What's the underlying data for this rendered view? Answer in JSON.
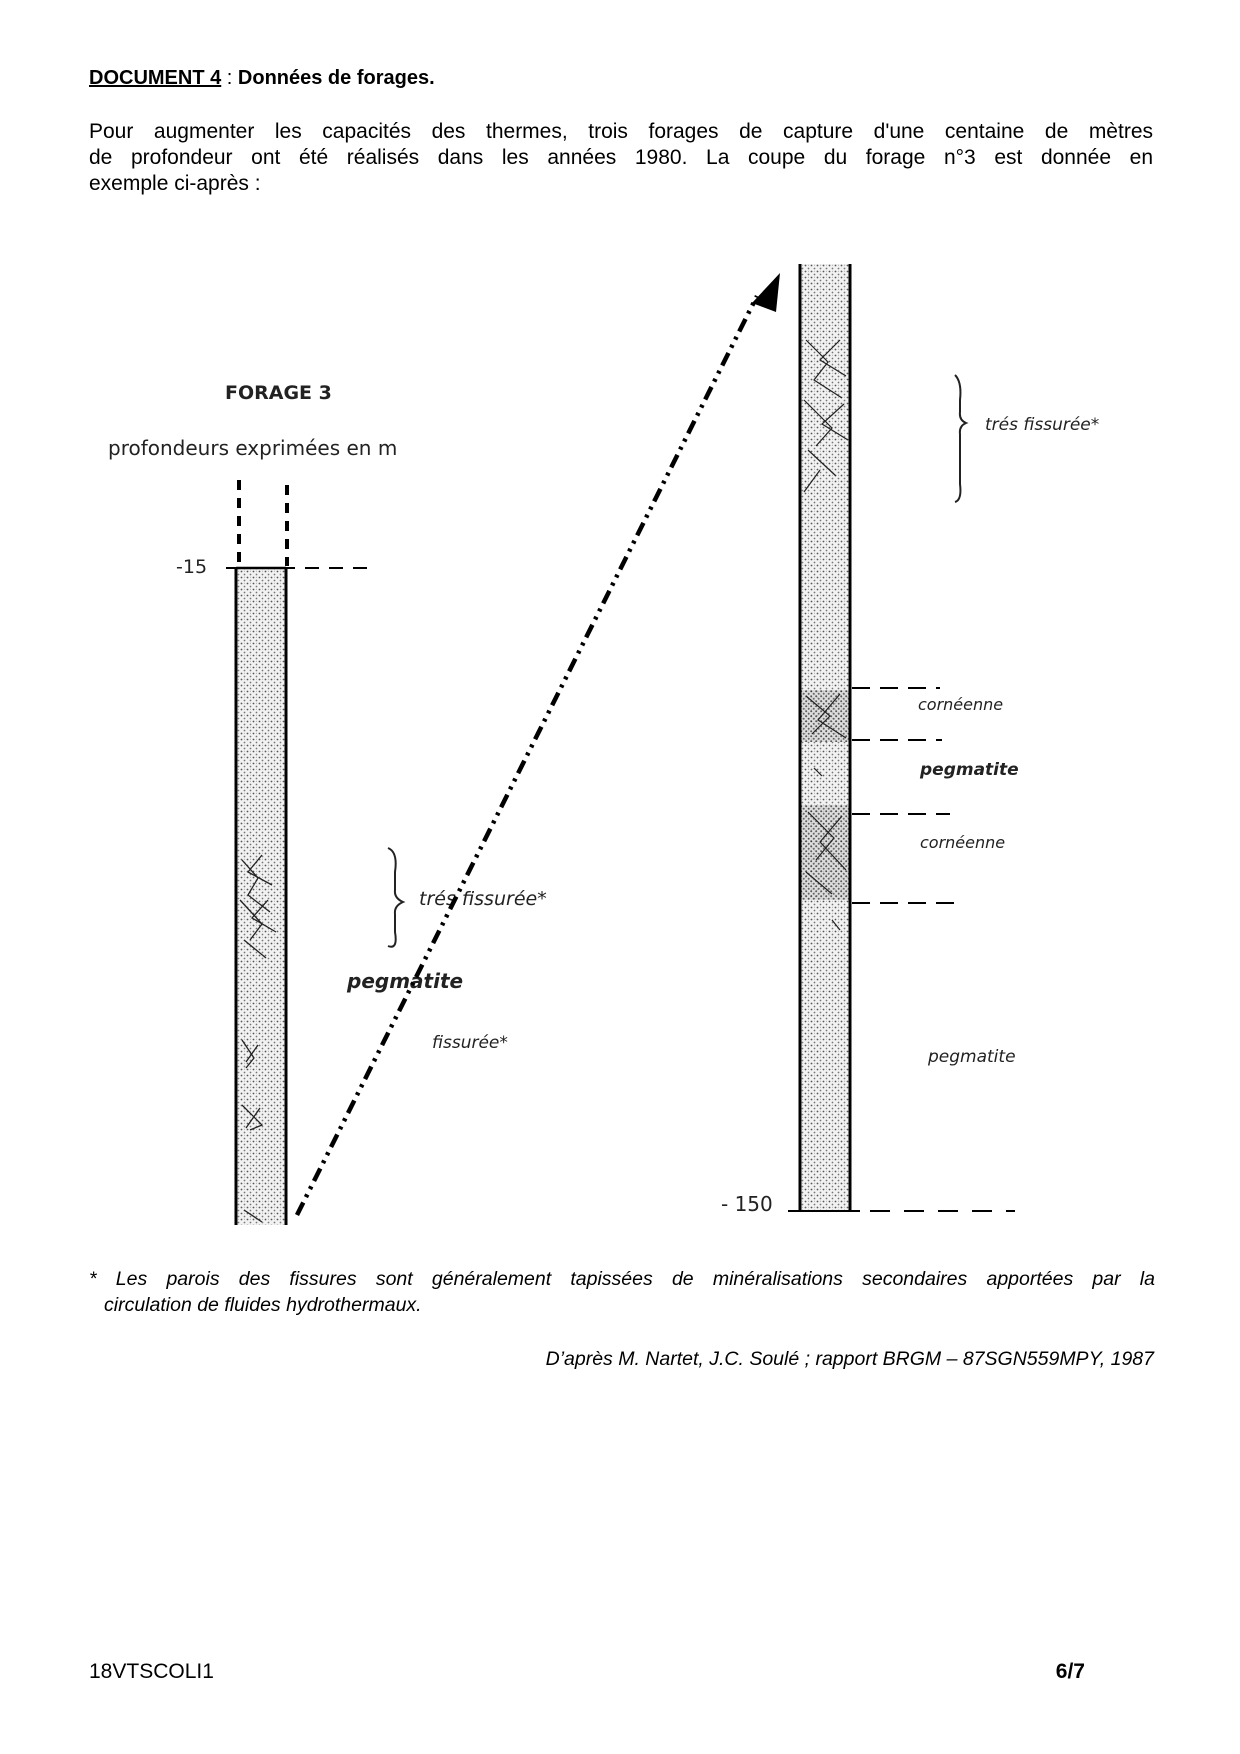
{
  "document": {
    "doc_ref": "DOCUMENT 4",
    "separator": " : ",
    "title": "Données de forages.",
    "intro_line1": "Pour augmenter les capacités des thermes, trois forages de capture d'une centaine de mètres",
    "intro_line2": "de profondeur ont été réalisés dans les années 1980. La coupe du forage n°3 est donnée en",
    "intro_line3": "exemple ci-après :"
  },
  "figure": {
    "title": "FORAGE 3",
    "subtitle": "profondeurs exprimées en m",
    "depth_top": "-15",
    "depth_bottom": "- 150",
    "left_labels": {
      "tres_fissuree": "trés  fissurée*",
      "pegmatite": "pegmatite",
      "fissuree": "fissurée*"
    },
    "right_labels": {
      "tres_fissuree": "trés   fissurée*",
      "corneenne_1": "cornéenne",
      "pegmatite_1": "pegmatite",
      "corneenne_2": "cornéenne",
      "pegmatite_2": "pegmatite"
    }
  },
  "footnote": {
    "line1": "* Les parois des fissures sont généralement tapissées de minéralisations secondaires apportées par la",
    "line2": "circulation de fluides hydrothermaux."
  },
  "source": "D’après M. Nartet, J.C. Soulé ; rapport BRGM – 87SGN559MPY, 1987",
  "footer": {
    "code": "18VTSCOLI1",
    "page": "6/7"
  }
}
